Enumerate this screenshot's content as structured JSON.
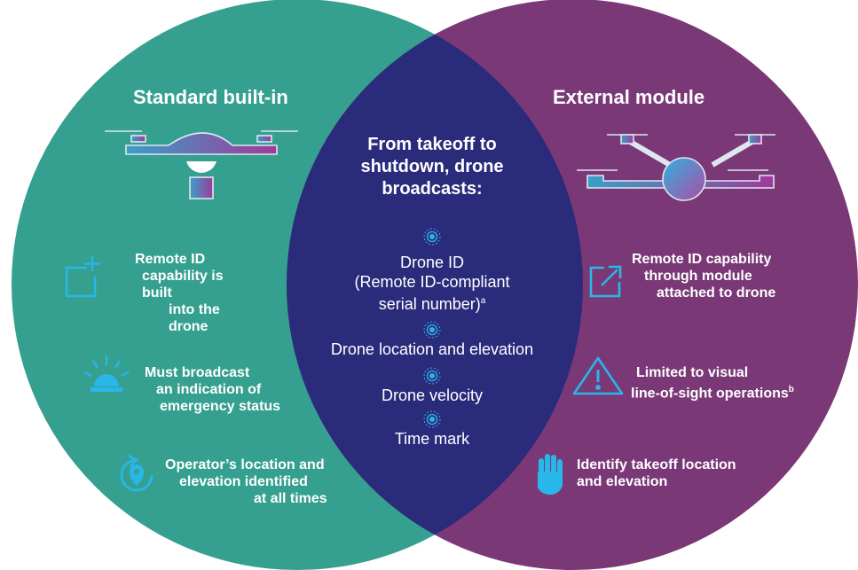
{
  "left": {
    "title": "Standard built-in",
    "features": [
      {
        "icon": "square-plus-icon",
        "lines": [
          "Remote ID",
          "capability is built",
          "into the drone"
        ]
      },
      {
        "icon": "emergency-light-icon",
        "lines": [
          "Must broadcast",
          "an indication of",
          "emergency status"
        ]
      },
      {
        "icon": "location-cycle-icon",
        "lines": [
          "Operator’s location and",
          "elevation identified",
          "at all times"
        ]
      }
    ]
  },
  "middle": {
    "title_lines": [
      "From takeoff to",
      "shutdown, drone",
      "broadcasts:"
    ],
    "items": [
      {
        "lines": [
          "Drone ID",
          "(Remote ID-compliant",
          "serial number)"
        ],
        "note": "a"
      },
      {
        "lines": [
          "Drone location and elevation"
        ]
      },
      {
        "lines": [
          "Drone velocity"
        ]
      },
      {
        "lines": [
          "Time mark"
        ]
      }
    ]
  },
  "right": {
    "title": "External module",
    "features": [
      {
        "icon": "external-link-square-icon",
        "lines": [
          "Remote ID capability",
          "through module",
          "attached to drone"
        ]
      },
      {
        "icon": "warning-triangle-icon",
        "lines": [
          "Limited to visual",
          "line-of-sight operations"
        ],
        "note": "b"
      },
      {
        "icon": "hand-stop-icon",
        "lines": [
          "Identify takeoff location",
          "and elevation"
        ]
      }
    ]
  },
  "colors": {
    "left_circle": "#35a08f",
    "right_circle": "#7a3877",
    "overlap": "#2b2b7c",
    "icon_blue": "#29b6e8"
  }
}
